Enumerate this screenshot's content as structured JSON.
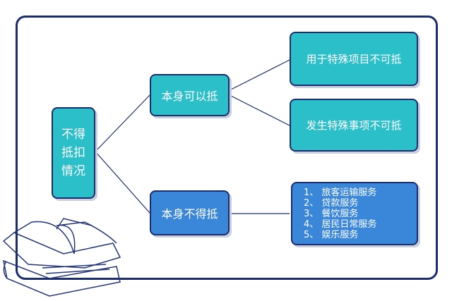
{
  "root": {
    "label_lines": [
      "不得",
      "抵扣",
      "情况"
    ]
  },
  "branch_a": {
    "label": "本身可以抵",
    "children": [
      "用于特殊项目不可抵",
      "发生特殊事项不可抵"
    ]
  },
  "branch_b": {
    "label": "本身不得抵",
    "items": [
      "1、 旅客运输服务",
      "2、 贷款服务",
      "3、 餐饮服务",
      "4、 居民日常服务",
      "5、 娱乐服务"
    ]
  },
  "colors": {
    "teal": "#2bbfca",
    "blue": "#3a86d8",
    "outline": "#1c2d6e"
  }
}
